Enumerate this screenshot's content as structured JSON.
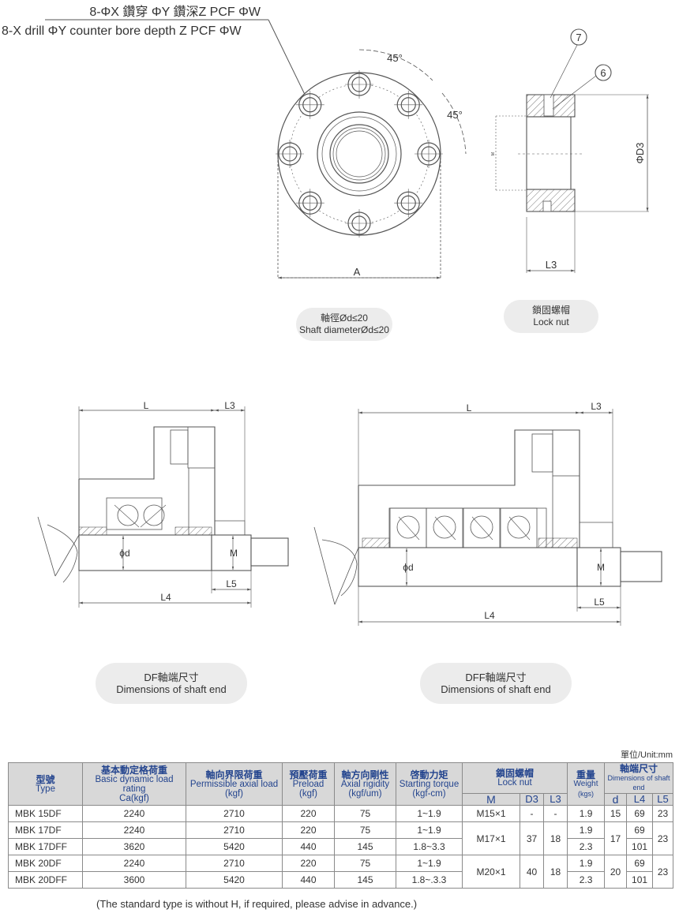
{
  "top_callout": {
    "zh": "8-ΦX 鑽穿 ΦY 鑽深Z PCF ΦW",
    "en": "8-X drill ΦY counter bore depth Z PCF ΦW"
  },
  "flange_view": {
    "angle_1": "45°",
    "angle_2": "45°",
    "dim_a": "A"
  },
  "lock_nut_view": {
    "balloon_7": "7",
    "balloon_6": "6",
    "dim_d3": "ΦD3",
    "dim_l3": "L3",
    "dim_m": "M"
  },
  "pills": {
    "shaft_diameter": {
      "zh": "軸徑Ød≤20",
      "en": "Shaft diameterØd≤20"
    },
    "lock_nut": {
      "zh": "鎖固螺帽",
      "en": "Lock nut"
    },
    "df": {
      "zh": "DF軸端尺寸",
      "en": "Dimensions of shaft end"
    },
    "dff": {
      "zh": "DFF軸端尺寸",
      "en": "Dimensions of shaft end"
    }
  },
  "df_view": {
    "L": "L",
    "L3": "L3",
    "L4": "L4",
    "L5": "L5",
    "M": "M",
    "d": "ϕd"
  },
  "dff_view": {
    "L": "L",
    "L3": "L3",
    "L4": "L4",
    "L5": "L5",
    "M": "M",
    "d": "ϕd"
  },
  "unit": "單位/Unit:mm",
  "table": {
    "headers": {
      "type": {
        "zh": "型號",
        "en": "Type"
      },
      "dynamic": {
        "zh": "基本動定格荷重",
        "en": "Basic dynamic load rating",
        "unit": "Ca(kgf)"
      },
      "axial_load": {
        "zh": "軸向界限荷重",
        "en": "Permissible axial load",
        "unit": "(kgf)"
      },
      "preload": {
        "zh": "預壓荷重",
        "en": "Preload",
        "unit": "(kgf)"
      },
      "rigidity": {
        "zh": "軸方向剛性",
        "en": "Axial rigidity",
        "unit": "(kgf/um)"
      },
      "torque": {
        "zh": "啓動力矩",
        "en": "Starting torque",
        "unit": "(kgf-cm)"
      },
      "lock_nut": {
        "zh": "鎖固螺帽",
        "en": "Lock nut",
        "M": "M",
        "D3": "D3",
        "L3": "L3"
      },
      "weight": {
        "zh": "重量",
        "en": "Weight",
        "unit": "(kgs)"
      },
      "shaft_end": {
        "zh": "軸端尺寸",
        "en": "Dimensions of shaft end",
        "d": "d",
        "L4": "L4",
        "L5": "L5"
      }
    },
    "rows": [
      {
        "type": "MBK 15DF",
        "ca": "2240",
        "axial": "2710",
        "preload": "220",
        "rigidity": "75",
        "torque": "1~1.9",
        "M": "M15×1",
        "D3": "-",
        "L3": "-",
        "weight": "1.9",
        "d": "15",
        "L4": "69",
        "L5": "23"
      },
      {
        "type": "MBK 17DF",
        "ca": "2240",
        "axial": "2710",
        "preload": "220",
        "rigidity": "75",
        "torque": "1~1.9",
        "M": "M17×1",
        "D3": "37",
        "L3": "18",
        "weight": "1.9",
        "d": "17",
        "L4": "69",
        "L5": "23"
      },
      {
        "type": "MBK 17DFF",
        "ca": "3620",
        "axial": "5420",
        "preload": "440",
        "rigidity": "145",
        "torque": "1.8~3.3",
        "weight": "2.3",
        "L4": "101"
      },
      {
        "type": "MBK 20DF",
        "ca": "2240",
        "axial": "2710",
        "preload": "220",
        "rigidity": "75",
        "torque": "1~1.9",
        "M": "M20×1",
        "D3": "40",
        "L3": "18",
        "weight": "1.9",
        "d": "20",
        "L4": "69",
        "L5": "23"
      },
      {
        "type": "MBK 20DFF",
        "ca": "3600",
        "axial": "5420",
        "preload": "440",
        "rigidity": "145",
        "torque": "1.8~.3.3",
        "weight": "2.3",
        "L4": "101"
      }
    ]
  },
  "footnote": "(The  standard type is without H, if required, please advise in advance.)"
}
